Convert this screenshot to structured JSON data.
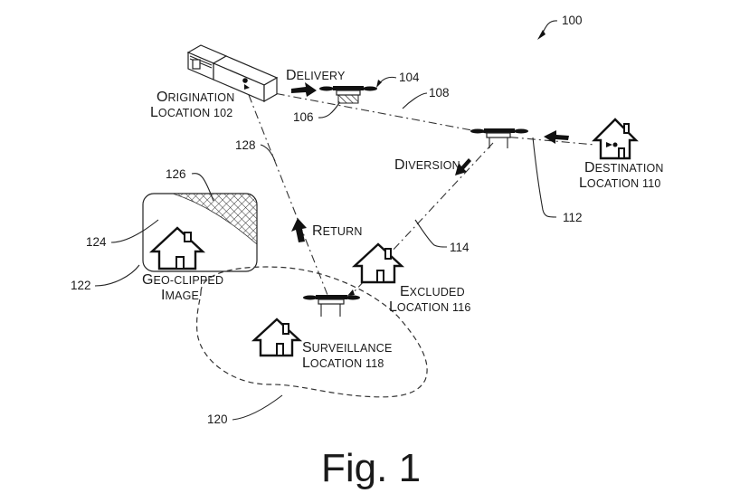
{
  "figure": {
    "caption": "Fig. 1",
    "ref_number": "100"
  },
  "labels": {
    "origination": {
      "line1_first": "O",
      "line1_rest": "RIGINATION",
      "line2_first": "L",
      "line2_rest": "OCATION 102"
    },
    "destination": {
      "line1_first": "D",
      "line1_rest": "ESTINATION",
      "line2_first": "L",
      "line2_rest": "OCATION 110"
    },
    "excluded": {
      "line1_first": "E",
      "line1_rest": "XCLUDED",
      "line2_first": "L",
      "line2_rest": "OCATION 116"
    },
    "surveillance": {
      "line1_first": "S",
      "line1_rest": "URVEILLANCE",
      "line2_first": "L",
      "line2_rest": "OCATION 118"
    },
    "geo_clipped": {
      "line1_first": "G",
      "line1_rest": "EO-CLIPPED",
      "line2_first": "I",
      "line2_rest": "MAGE"
    },
    "delivery": {
      "first": "D",
      "rest": "ELIVERY"
    },
    "diversion": {
      "first": "D",
      "rest": "IVERSION"
    },
    "return": {
      "first": "R",
      "rest": "ETURN"
    }
  },
  "refs": {
    "r104": "104",
    "r106": "106",
    "r108": "108",
    "r112": "112",
    "r114": "114",
    "r120": "120",
    "r122": "122",
    "r124": "124",
    "r126": "126",
    "r128": "128"
  }
}
